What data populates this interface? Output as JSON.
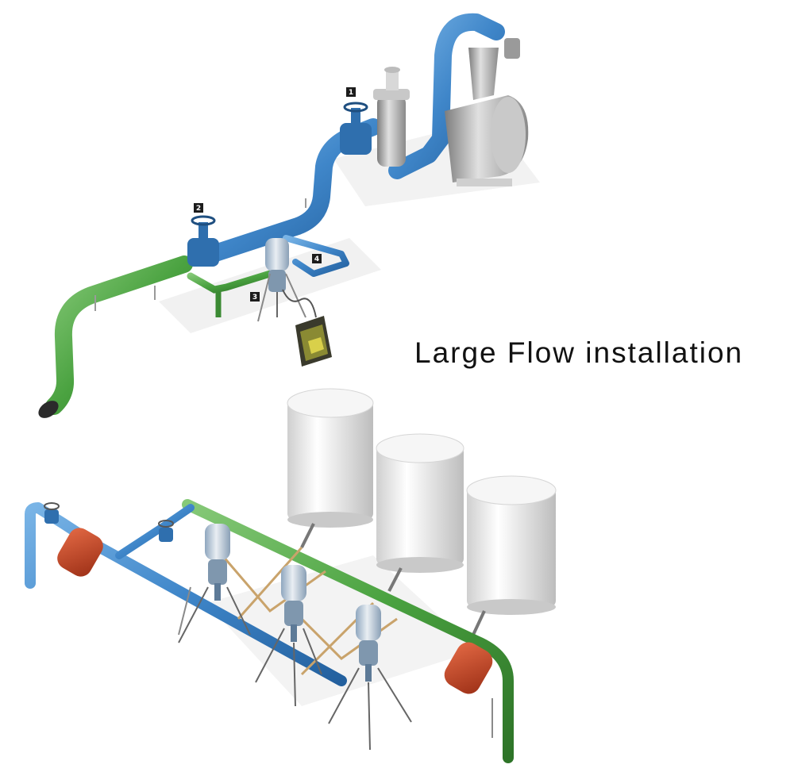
{
  "caption": "Large Flow installation",
  "markers": {
    "m1": "1",
    "m2": "2",
    "m3": "3",
    "m4": "4"
  },
  "colors": {
    "pipe_blue": "#3f86c9",
    "pipe_green": "#4aa240",
    "tank_white": "#efefef",
    "filter_red": "#c8452a",
    "pump_grey": "#a9a9a9"
  }
}
